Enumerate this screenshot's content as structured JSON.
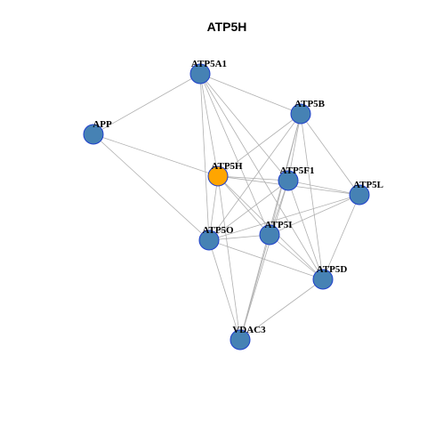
{
  "title": "ATP5H",
  "colors": {
    "node_fill": "#4682B4",
    "node_stroke": "#1E3FCC",
    "focus_fill": "#FFA500",
    "edge": "#B0B0B0",
    "text": "#000000"
  },
  "nodes": [
    {
      "id": "ATP5A1",
      "label": "ATP5A1",
      "focus": false
    },
    {
      "id": "APP",
      "label": "APP",
      "focus": false
    },
    {
      "id": "ATP5B",
      "label": "ATP5B",
      "focus": false
    },
    {
      "id": "ATP5H",
      "label": "ATP5H",
      "focus": true
    },
    {
      "id": "ATP5F1",
      "label": "ATP5F1",
      "focus": false
    },
    {
      "id": "ATP5L",
      "label": "ATP5L",
      "focus": false
    },
    {
      "id": "ATP5O",
      "label": "ATP5O",
      "focus": false
    },
    {
      "id": "ATP5I",
      "label": "ATP5I",
      "focus": false
    },
    {
      "id": "ATP5D",
      "label": "ATP5D",
      "focus": false
    },
    {
      "id": "VDAC3",
      "label": "VDAC3",
      "focus": false
    }
  ],
  "edges": [
    [
      "ATP5A1",
      "APP"
    ],
    [
      "ATP5A1",
      "ATP5B"
    ],
    [
      "ATP5A1",
      "ATP5H"
    ],
    [
      "ATP5A1",
      "ATP5F1"
    ],
    [
      "ATP5A1",
      "ATP5I"
    ],
    [
      "ATP5A1",
      "ATP5O"
    ],
    [
      "ATP5A1",
      "ATP5D"
    ],
    [
      "APP",
      "ATP5H"
    ],
    [
      "APP",
      "ATP5O"
    ],
    [
      "ATP5B",
      "ATP5H"
    ],
    [
      "ATP5B",
      "ATP5F1"
    ],
    [
      "ATP5B",
      "ATP5L"
    ],
    [
      "ATP5B",
      "ATP5I"
    ],
    [
      "ATP5B",
      "ATP5O"
    ],
    [
      "ATP5B",
      "ATP5D"
    ],
    [
      "ATP5B",
      "VDAC3"
    ],
    [
      "ATP5H",
      "ATP5F1"
    ],
    [
      "ATP5H",
      "ATP5L"
    ],
    [
      "ATP5H",
      "ATP5I"
    ],
    [
      "ATP5H",
      "ATP5O"
    ],
    [
      "ATP5H",
      "ATP5D"
    ],
    [
      "ATP5H",
      "VDAC3"
    ],
    [
      "ATP5F1",
      "ATP5L"
    ],
    [
      "ATP5F1",
      "ATP5I"
    ],
    [
      "ATP5F1",
      "ATP5O"
    ],
    [
      "ATP5F1",
      "ATP5D"
    ],
    [
      "ATP5F1",
      "VDAC3"
    ],
    [
      "ATP5L",
      "ATP5I"
    ],
    [
      "ATP5L",
      "ATP5O"
    ],
    [
      "ATP5L",
      "ATP5D"
    ],
    [
      "ATP5I",
      "ATP5O"
    ],
    [
      "ATP5I",
      "ATP5D"
    ],
    [
      "ATP5I",
      "VDAC3"
    ],
    [
      "ATP5O",
      "ATP5D"
    ],
    [
      "ATP5O",
      "VDAC3"
    ],
    [
      "ATP5D",
      "VDAC3"
    ]
  ]
}
